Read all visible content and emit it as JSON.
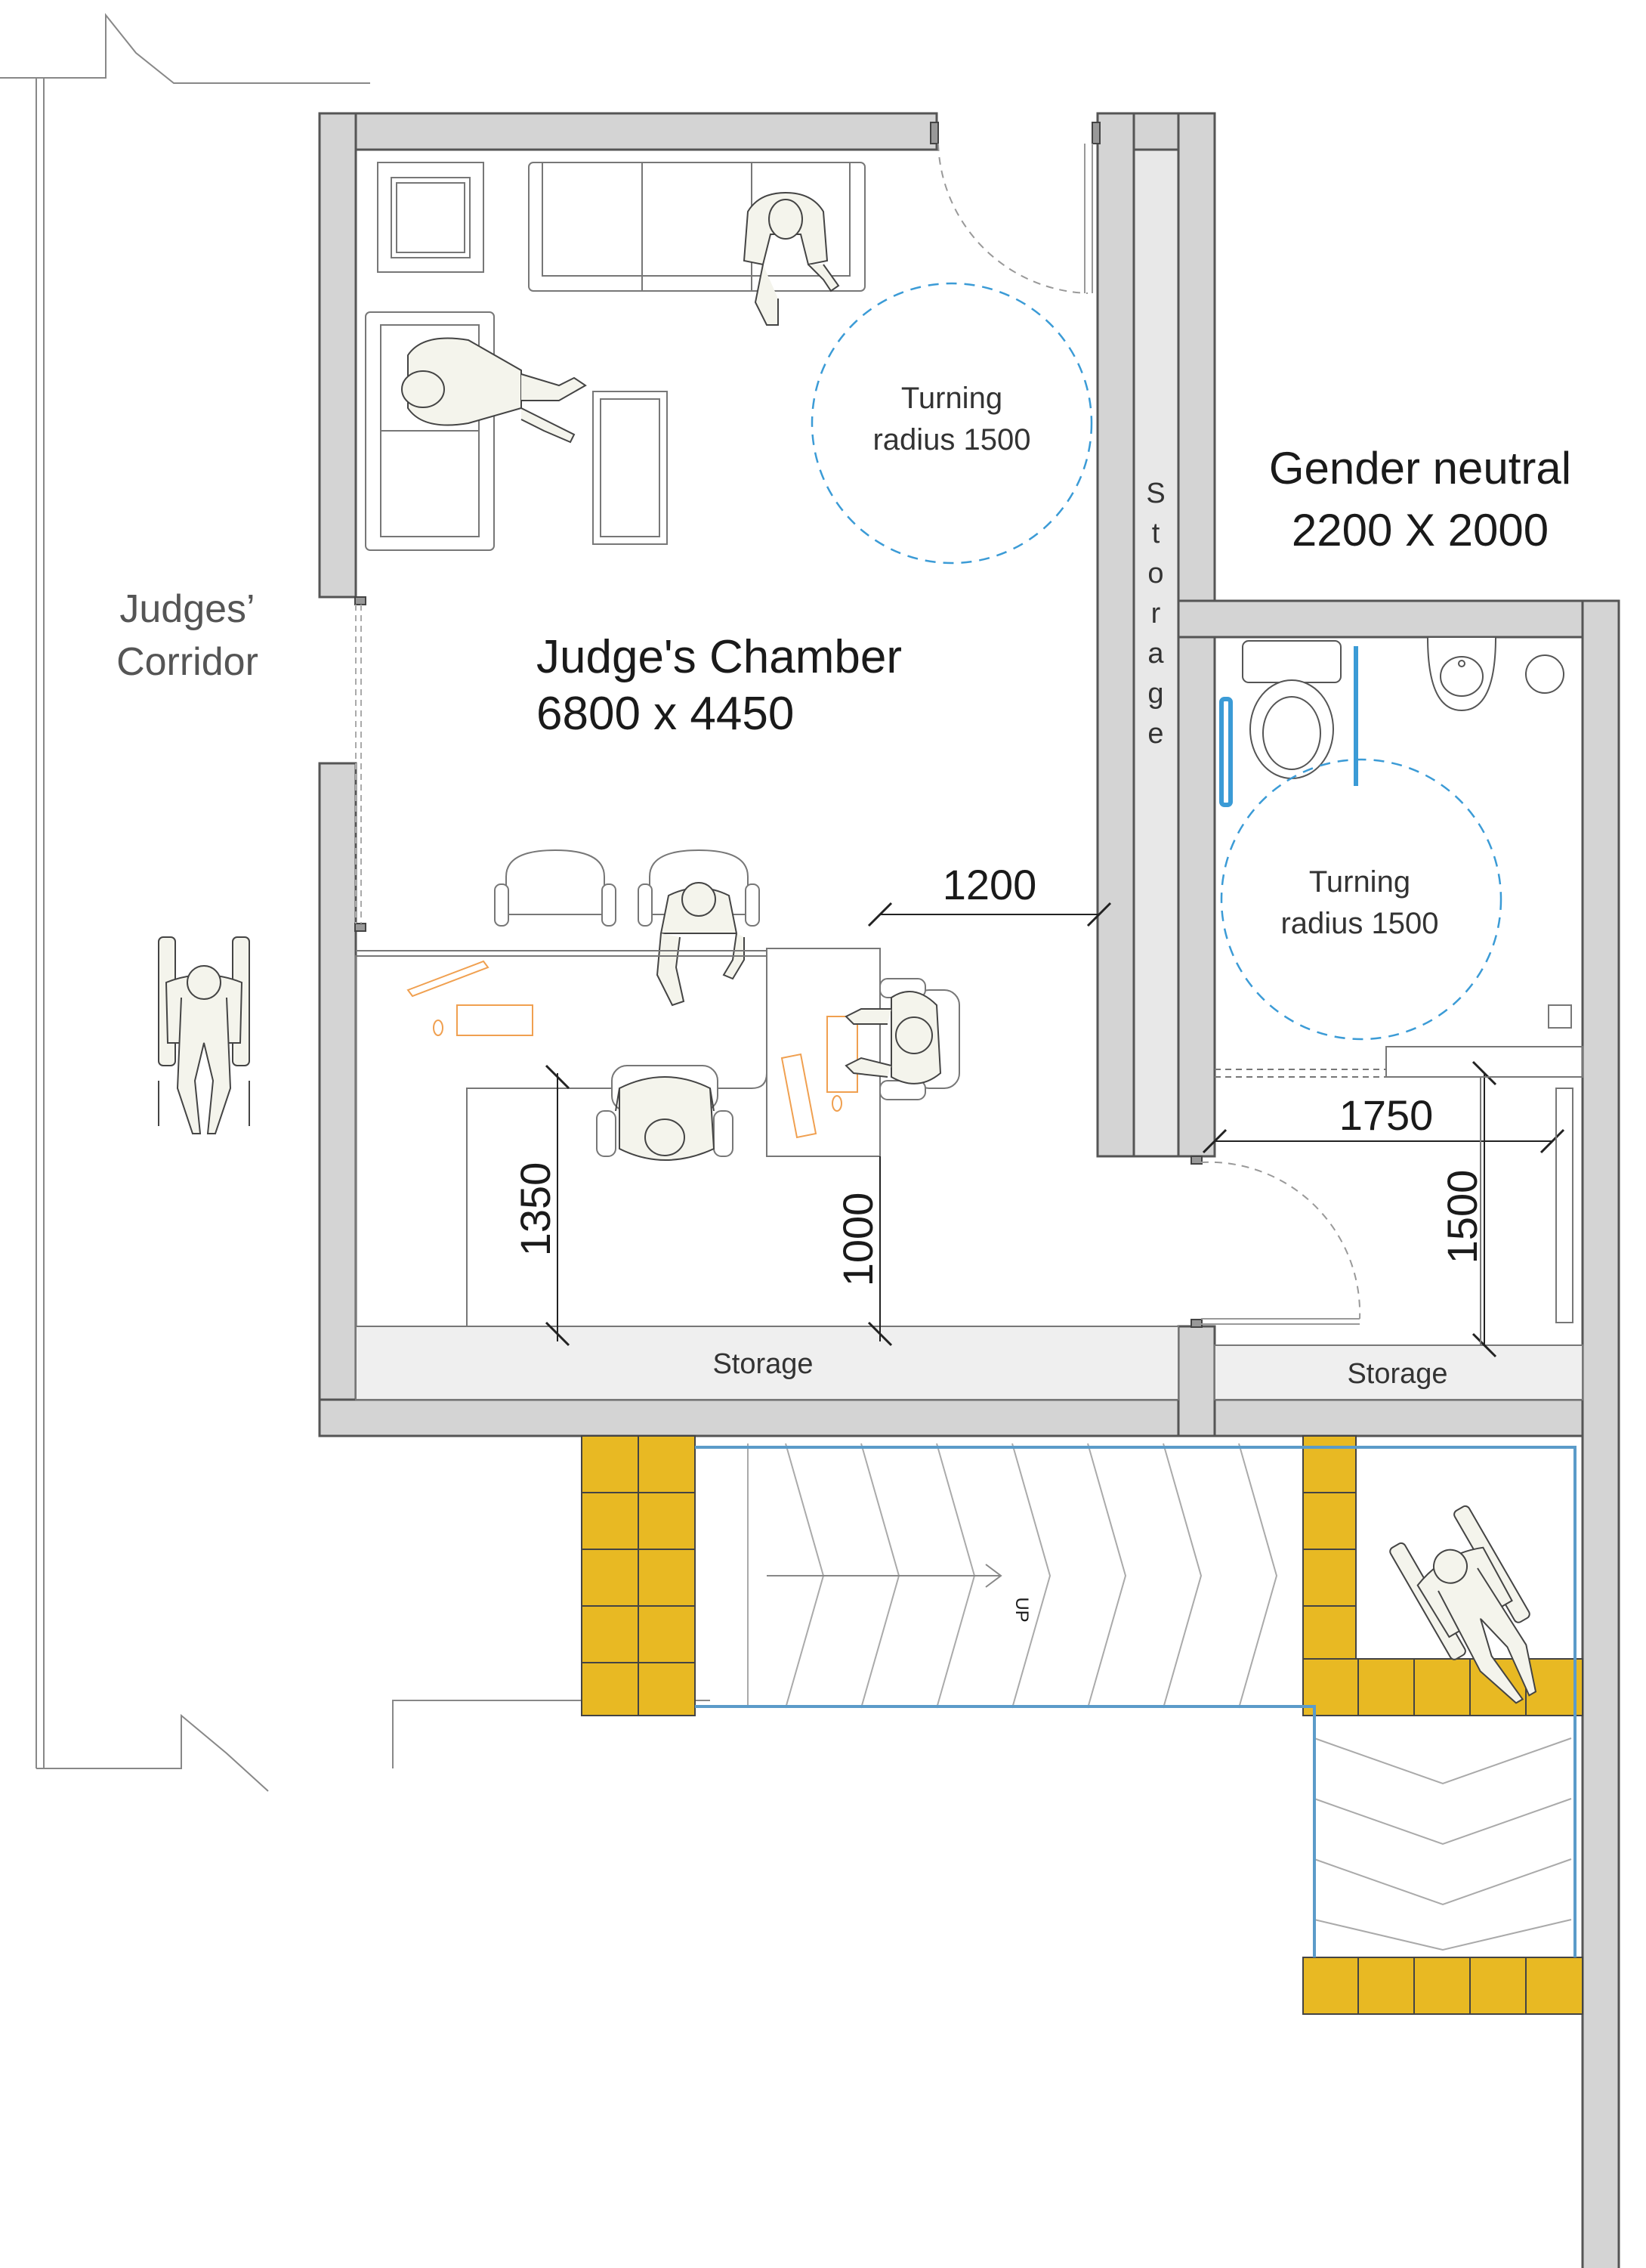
{
  "labels": {
    "corridor_line1": "Judges’",
    "corridor_line2": "Corridor",
    "chamber_line1": "Judge's Chamber",
    "chamber_line2": "6800  x  4450",
    "turning1_line1": "Turning",
    "turning1_line2": "radius 1500",
    "turning2_line1": "Turning",
    "turning2_line2": "radius 1500",
    "gender_line1": "Gender neutral",
    "gender_line2": "2200 X 2000",
    "storage_vertical": [
      "S",
      "t",
      "o",
      "r",
      "a",
      "g",
      "e"
    ],
    "storage_bottom": "Storage",
    "storage_wc": "Storage",
    "stair_up": "UP"
  },
  "dimensions": {
    "d1200": "1200",
    "d1350": "1350",
    "d1000": "1000",
    "d1750": "1750",
    "d1500": "1500"
  },
  "colors": {
    "wall": "#d4d4d4",
    "wall_stroke": "#555555",
    "line": "#777777",
    "turning_circle": "#3b9bd6",
    "grab_bar": "#3b9bd6",
    "handrail": "#5b9bc9",
    "tactile": "#e8b923",
    "desk_items": "#f0a050",
    "figure_fill": "#f4f4ec"
  }
}
